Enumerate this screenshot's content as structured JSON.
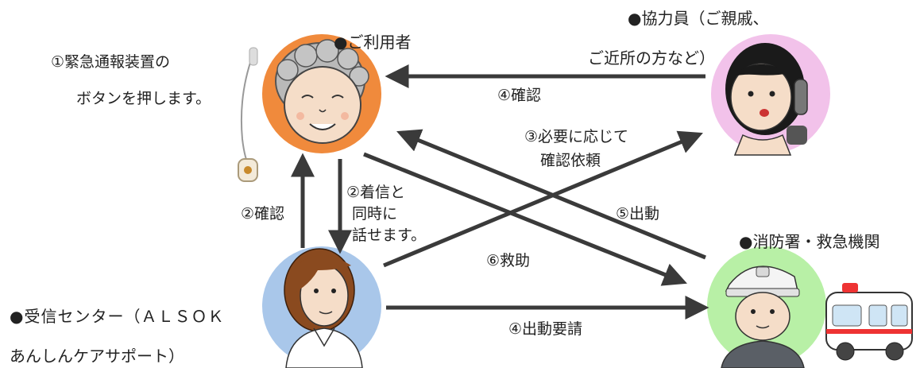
{
  "nodes": {
    "user": {
      "label": "●ご利用者",
      "icon": "elderly-woman-icon"
    },
    "cooperator": {
      "label_line1": "●協力員（ご親戚、",
      "label_line2": "ご近所の方など）",
      "icon": "woman-on-phone-icon"
    },
    "center": {
      "label_line1": "●受信センター（ＡＬＳＯＫ",
      "label_line2": "あんしんケアサポート）",
      "icon": "operator-woman-icon"
    },
    "fire": {
      "label": "●消防署・救急機関",
      "icon": "firefighter-ambulance-icon"
    }
  },
  "note": {
    "line1": "①緊急通報装置の",
    "line2": "ボタンを押します。",
    "device_icon": "emergency-pendant-icon"
  },
  "steps": {
    "confirm_from_cooperator": "④確認",
    "request": {
      "line1": "③必要に応じて",
      "line2": "確認依頼"
    },
    "incoming": {
      "line1": "②着信と",
      "line2": "同時に",
      "line3": "話せます。"
    },
    "confirm_from_center": "②確認",
    "dispatch": "⑤出動",
    "rescue": "⑥救助",
    "dispatch_request": "④出動要請"
  },
  "colors": {
    "arrow": "#3a3a3a",
    "user_circle": "#f08a3c",
    "cooperator_circle": "#f2c2ea",
    "center_circle": "#a9c7ea",
    "fire_circle": "#b8f0a6"
  }
}
